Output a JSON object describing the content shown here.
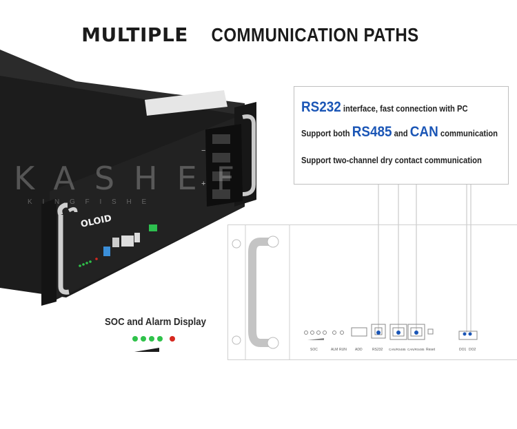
{
  "title": {
    "bold": "MULTIPLE",
    "rest": "COMMUNICATION PATHS"
  },
  "watermark": {
    "main": "KASHEF",
    "sub": "K I N G F I S H E"
  },
  "device": {
    "brand": "OLOID"
  },
  "callout": {
    "line1": {
      "big": "RS232",
      "text": " interface, fast connection with PC"
    },
    "line2": {
      "pre": "Support both ",
      "big1": "RS485",
      "mid": " and ",
      "big2": "CAN",
      "post": " communication"
    },
    "line3": "Support two-channel dry contact communication"
  },
  "soc_display": {
    "title": "SOC and Alarm Display",
    "green_leds": 4,
    "red_leds": 1,
    "colors": {
      "green": "#2fc24a",
      "red": "#d6281f"
    }
  },
  "panel_labels": {
    "soc": "SOC",
    "alm": "ALM",
    "run": "RUN",
    "add": "ADD",
    "rs232": "RS232",
    "can1": "CAN/RS485",
    "can2": "CAN/RS485",
    "reset": "Reset",
    "do1": "DO1",
    "do2": "DO2"
  },
  "colors": {
    "accent": "#1b56b6",
    "device": "#1e1e1e"
  }
}
